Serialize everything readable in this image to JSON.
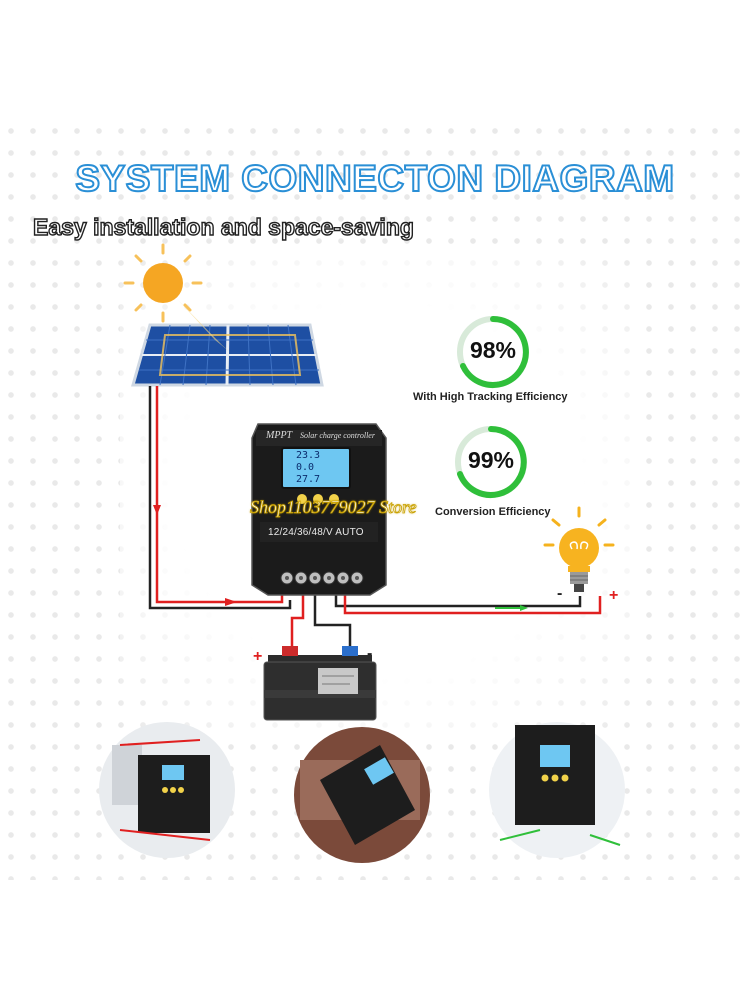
{
  "title": "SYSTEM CONNECTON DIAGRAM",
  "subtitle": "Easy installation and space-saving",
  "efficiency": [
    {
      "percent": "98%",
      "label": "With High Tracking Efficiency",
      "value": 98
    },
    {
      "percent": "99%",
      "label": "Conversion Efficiency",
      "value": 99
    }
  ],
  "controller": {
    "brand": "MPPT",
    "name": "Solar charge controller",
    "voltage": "12/24/36/48/V AUTO",
    "lcd_lines": [
      "23.3",
      "0.0",
      "27.7"
    ]
  },
  "battery": {
    "plus": "+",
    "minus": "-"
  },
  "lamp": {
    "plus": "+",
    "minus": "-"
  },
  "watermark": "Shop1103779027 Store",
  "colors": {
    "title_stroke": "#2a8fd6",
    "efficiency_ring": "#2fbf3a",
    "wire_red": "#e02020",
    "wire_black": "#222222",
    "controller_body": "#1b1b1b",
    "lcd": "#6ec7f2"
  }
}
